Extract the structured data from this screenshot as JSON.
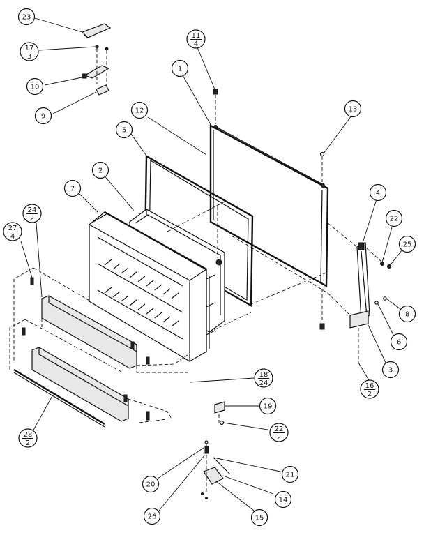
{
  "callouts": [
    {
      "id": "c23",
      "top": "23"
    },
    {
      "id": "c17",
      "top": "17",
      "bottom": "3"
    },
    {
      "id": "c10",
      "top": "10"
    },
    {
      "id": "c9",
      "top": "9"
    },
    {
      "id": "c11",
      "top": "11",
      "bottom": "4"
    },
    {
      "id": "c1",
      "top": "1"
    },
    {
      "id": "c12",
      "top": "12"
    },
    {
      "id": "c5",
      "top": "5"
    },
    {
      "id": "c2",
      "top": "2"
    },
    {
      "id": "c7",
      "top": "7"
    },
    {
      "id": "c13",
      "top": "13"
    },
    {
      "id": "c24",
      "top": "24",
      "bottom": "2"
    },
    {
      "id": "c27",
      "top": "27",
      "bottom": "4"
    },
    {
      "id": "c4",
      "top": "4"
    },
    {
      "id": "c22a",
      "top": "22"
    },
    {
      "id": "c25",
      "top": "25"
    },
    {
      "id": "c8",
      "top": "8"
    },
    {
      "id": "c6",
      "top": "6"
    },
    {
      "id": "c3",
      "top": "3"
    },
    {
      "id": "c16",
      "top": "16",
      "bottom": "2"
    },
    {
      "id": "c18",
      "top": "18",
      "bottom": "24"
    },
    {
      "id": "c19",
      "top": "19"
    },
    {
      "id": "c22b",
      "top": "22",
      "bottom": "2"
    },
    {
      "id": "c21",
      "top": "21"
    },
    {
      "id": "c20",
      "top": "20"
    },
    {
      "id": "c14",
      "top": "14"
    },
    {
      "id": "c26",
      "top": "26"
    },
    {
      "id": "c15",
      "top": "15"
    },
    {
      "id": "c28",
      "top": "28",
      "bottom": "2"
    }
  ]
}
